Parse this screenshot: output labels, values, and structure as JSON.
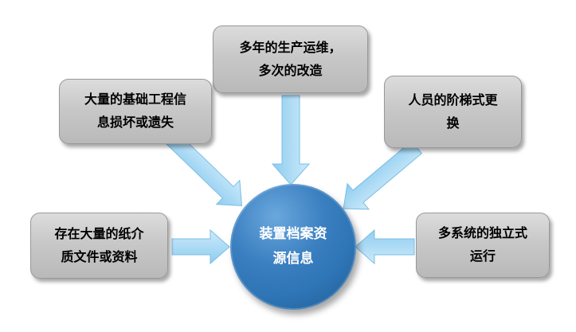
{
  "diagram": {
    "center": {
      "lines": [
        "装置档案资",
        "源信息"
      ]
    },
    "nodes": {
      "top": {
        "lines": [
          "多年的生产运维，",
          "多次的改造"
        ]
      },
      "upper_left": {
        "lines": [
          "大量的基础工程信",
          "息损坏或遗失"
        ]
      },
      "upper_right": {
        "lines": [
          "人员的阶梯式更",
          "换"
        ]
      },
      "left": {
        "lines": [
          "存在大量的纸介",
          "质文件或资料"
        ]
      },
      "right": {
        "lines": [
          "多系统的独立式",
          "运行"
        ]
      }
    },
    "colors": {
      "background": "#ffffff",
      "box_fill": "#c8c8c8",
      "box_border": "#989898",
      "box_text": "#000000",
      "circle_fill": "#2e75b6",
      "circle_text": "#ffffff",
      "arrow_fill_light": "#cdeafa",
      "arrow_fill_dark": "#8ecdf0",
      "arrow_edge": "#7bbde6"
    }
  }
}
